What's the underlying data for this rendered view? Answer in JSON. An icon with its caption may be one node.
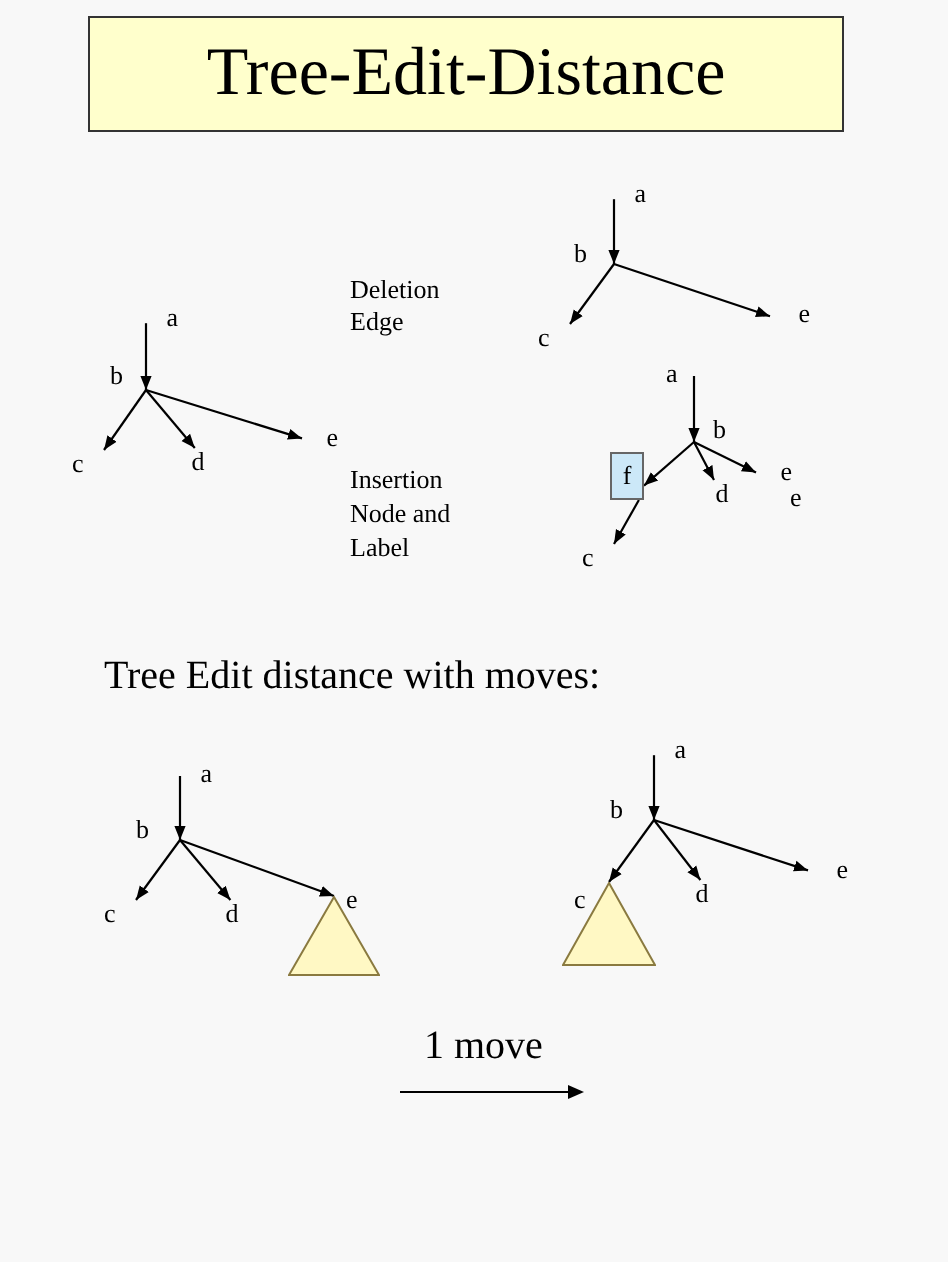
{
  "diagram": {
    "title": "Tree-Edit-Distance",
    "nodes": [
      {
        "text": [
          "a"
        ]
      },
      {
        "text": [
          "b"
        ]
      },
      {
        "text": [
          "c"
        ]
      },
      {
        "text": [
          "d"
        ]
      },
      {
        "text": [
          "e"
        ]
      },
      {
        "text": [
          "a"
        ]
      },
      {
        "text": [
          "b"
        ]
      },
      {
        "text": [
          "c"
        ]
      },
      {
        "text": [
          "e"
        ]
      },
      {
        "text": [
          "a"
        ]
      },
      {
        "text": [
          "b"
        ]
      },
      {
        "text": [
          "f"
        ]
      },
      {
        "text": [
          "c"
        ]
      },
      {
        "text": [
          "d"
        ]
      },
      {
        "text": [
          "e"
        ]
      },
      {
        "text": [
          "a"
        ]
      },
      {
        "text": [
          "b"
        ]
      },
      {
        "text": [
          "c"
        ]
      },
      {
        "text": [
          "d"
        ]
      },
      {
        "text": [],
        "shape": "triangle",
        "beside": [
          "e"
        ]
      },
      {
        "text": [
          "a"
        ]
      },
      {
        "text": [
          "b"
        ]
      },
      {
        "text": [],
        "shape": "triangle",
        "beside": [
          "c"
        ]
      },
      {
        "text": [
          "d"
        ]
      },
      {
        "text": [
          "e"
        ]
      }
    ],
    "edges": [
      {
        "from": 0,
        "to": 1,
        "arrow": "to"
      },
      {
        "from": 1,
        "to": 2,
        "arrow": "to"
      },
      {
        "from": 1,
        "to": 3,
        "arrow": "to"
      },
      {
        "from": 1,
        "to": 4,
        "arrow": "to"
      },
      {
        "from": 5,
        "to": 6,
        "arrow": "to"
      },
      {
        "from": 6,
        "to": 7,
        "arrow": "to"
      },
      {
        "from": 6,
        "to": 8,
        "arrow": "to"
      },
      {
        "from": 9,
        "to": 10,
        "arrow": "to"
      },
      {
        "from": 10,
        "to": 11,
        "arrow": "to"
      },
      {
        "from": 11,
        "to": 12,
        "arrow": "to"
      },
      {
        "from": 10,
        "to": 13,
        "arrow": "to"
      },
      {
        "from": 10,
        "to": 14,
        "arrow": "to"
      },
      {
        "from": 15,
        "to": 16,
        "arrow": "to"
      },
      {
        "from": 16,
        "to": 17,
        "arrow": "to"
      },
      {
        "from": 16,
        "to": 18,
        "arrow": "to"
      },
      {
        "from": 16,
        "to": 19,
        "arrow": "to"
      },
      {
        "from": 20,
        "to": 21,
        "arrow": "to"
      },
      {
        "from": 21,
        "to": 22,
        "arrow": "to"
      },
      {
        "from": 21,
        "to": 23,
        "arrow": "to"
      },
      {
        "from": 21,
        "to": 24,
        "arrow": "to"
      }
    ],
    "labels": [
      "Deletion Edge",
      "Insertion Node and Label",
      "e",
      "Tree Edit distance with moves:",
      "1 move"
    ]
  }
}
